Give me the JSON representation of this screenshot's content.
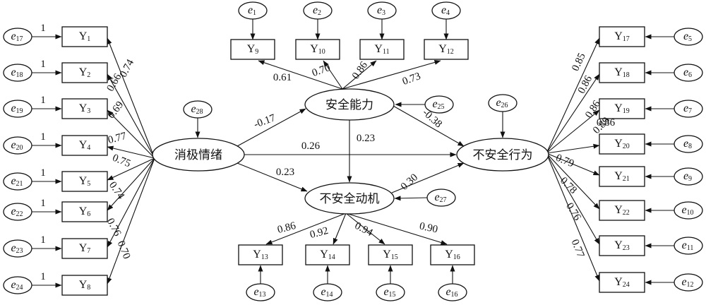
{
  "latent": {
    "neg": "消极情绪",
    "ability": "安全能力",
    "motive": "不安全动机",
    "behavior": "不安全行为"
  },
  "observed": {
    "Y1": {
      "base": "Y",
      "sub": "1"
    },
    "Y2": {
      "base": "Y",
      "sub": "2"
    },
    "Y3": {
      "base": "Y",
      "sub": "3"
    },
    "Y4": {
      "base": "Y",
      "sub": "4"
    },
    "Y5": {
      "base": "Y",
      "sub": "5"
    },
    "Y6": {
      "base": "Y",
      "sub": "6"
    },
    "Y7": {
      "base": "Y",
      "sub": "7"
    },
    "Y8": {
      "base": "Y",
      "sub": "8"
    },
    "Y9": {
      "base": "Y",
      "sub": "9"
    },
    "Y10": {
      "base": "Y",
      "sub": "10"
    },
    "Y11": {
      "base": "Y",
      "sub": "11"
    },
    "Y12": {
      "base": "Y",
      "sub": "12"
    },
    "Y13": {
      "base": "Y",
      "sub": "13"
    },
    "Y14": {
      "base": "Y",
      "sub": "14"
    },
    "Y15": {
      "base": "Y",
      "sub": "15"
    },
    "Y16": {
      "base": "Y",
      "sub": "16"
    },
    "Y17": {
      "base": "Y",
      "sub": "17"
    },
    "Y18": {
      "base": "Y",
      "sub": "18"
    },
    "Y19": {
      "base": "Y",
      "sub": "19"
    },
    "Y20": {
      "base": "Y",
      "sub": "20"
    },
    "Y21": {
      "base": "Y",
      "sub": "21"
    },
    "Y22": {
      "base": "Y",
      "sub": "22"
    },
    "Y23": {
      "base": "Y",
      "sub": "23"
    },
    "Y24": {
      "base": "Y",
      "sub": "24"
    }
  },
  "errors": {
    "e1": {
      "base": "e",
      "sub": "1"
    },
    "e2": {
      "base": "e",
      "sub": "2"
    },
    "e3": {
      "base": "e",
      "sub": "3"
    },
    "e4": {
      "base": "e",
      "sub": "4"
    },
    "e5": {
      "base": "e",
      "sub": "5"
    },
    "e6": {
      "base": "e",
      "sub": "6"
    },
    "e7": {
      "base": "e",
      "sub": "7"
    },
    "e8": {
      "base": "e",
      "sub": "8"
    },
    "e9": {
      "base": "e",
      "sub": "9"
    },
    "e10": {
      "base": "e",
      "sub": "10"
    },
    "e11": {
      "base": "e",
      "sub": "11"
    },
    "e12": {
      "base": "e",
      "sub": "12"
    },
    "e13": {
      "base": "e",
      "sub": "13"
    },
    "e14": {
      "base": "e",
      "sub": "14"
    },
    "e15": {
      "base": "e",
      "sub": "15"
    },
    "e16": {
      "base": "e",
      "sub": "16"
    },
    "e17": {
      "base": "e",
      "sub": "17"
    },
    "e18": {
      "base": "e",
      "sub": "18"
    },
    "e19": {
      "base": "e",
      "sub": "19"
    },
    "e20": {
      "base": "e",
      "sub": "20"
    },
    "e21": {
      "base": "e",
      "sub": "21"
    },
    "e22": {
      "base": "e",
      "sub": "22"
    },
    "e23": {
      "base": "e",
      "sub": "23"
    },
    "e24": {
      "base": "e",
      "sub": "24"
    },
    "e25": {
      "base": "e",
      "sub": "25"
    },
    "e26": {
      "base": "e",
      "sub": "26"
    },
    "e27": {
      "base": "e",
      "sub": "27"
    },
    "e28": {
      "base": "e",
      "sub": "28"
    }
  },
  "loadings": {
    "Y1": "0.74",
    "Y2": "0.66",
    "Y3": "0.69",
    "Y4": "0.77",
    "Y5": "0.75",
    "Y6": "0.74",
    "Y7": "0.76",
    "Y8": "0.70",
    "Y9": "0.61",
    "Y10": "0.70",
    "Y11": "0.86",
    "Y12": "0.73",
    "Y13": "0.86",
    "Y14": "0.92",
    "Y15": "0.94",
    "Y16": "0.90",
    "Y17": "0.85",
    "Y18": "0.86",
    "Y19": "0.86",
    "Y20": "0.89",
    "Y21": "0.79",
    "Y22": "0.78",
    "Y23": "0.76",
    "Y24": "0.77"
  },
  "paths": {
    "neg_ability": "-0.17",
    "neg_motive": "0.23",
    "neg_behavior": "0.26",
    "ability_motive": "0.23",
    "ability_behavior": "-0.38",
    "motive_behavior": "0.30"
  },
  "fixed_weight": "1"
}
